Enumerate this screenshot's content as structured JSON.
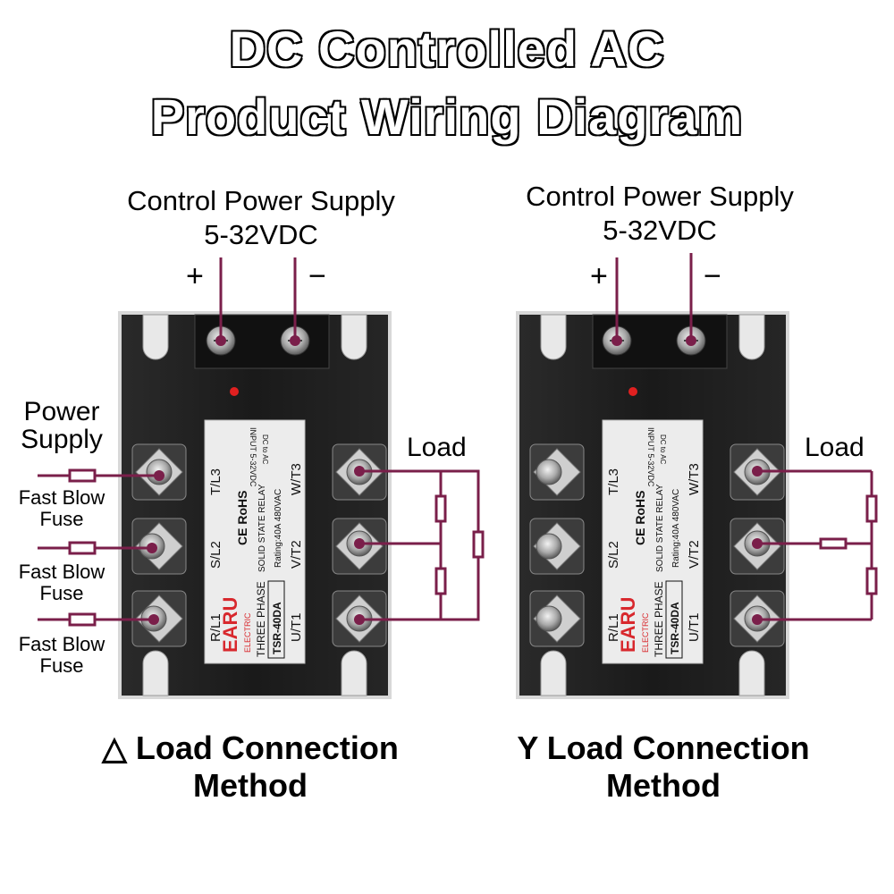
{
  "title": {
    "line1": "DC Controlled AC",
    "line2": "Product Wiring Diagram"
  },
  "left": {
    "control_power_supply": "Control Power Supply",
    "voltage": "5-32VDC",
    "plus": "+",
    "minus": "−",
    "power_supply": [
      "Power",
      "Supply"
    ],
    "fuses": [
      [
        "Fast Blow",
        "Fuse"
      ],
      [
        "Fast Blow",
        "Fuse"
      ],
      [
        "Fast Blow",
        "Fuse"
      ]
    ],
    "load": "Load",
    "method": [
      "△ Load Connection",
      "Method"
    ]
  },
  "right": {
    "control_power_supply": "Control Power Supply",
    "voltage": "5-32VDC",
    "plus": "+",
    "minus": "−",
    "load": "Load",
    "method": [
      "Y Load Connection",
      "Method"
    ]
  },
  "relay_label": {
    "brand": "EARU",
    "brand_sub": "ELECTRIC",
    "model": "TSR-40DA",
    "type_line1": "THREE PHASE",
    "type_line2": "SOLID STATE RELAY",
    "rating": "Rating:40A 480VAC",
    "certs": "CE RoHS",
    "input": "INPUT 5-32VDC",
    "dc_to_ac": "DC to AC",
    "terminals_left": [
      "R/L1",
      "S/L2",
      "T/L3"
    ],
    "terminals_right": [
      "U/T1",
      "V/T2",
      "W/T3"
    ]
  },
  "colors": {
    "wire": "#7a1f4a",
    "relay_body": "#1c1c1c",
    "label_bg": "#ececec",
    "brand": "#d8282d"
  }
}
